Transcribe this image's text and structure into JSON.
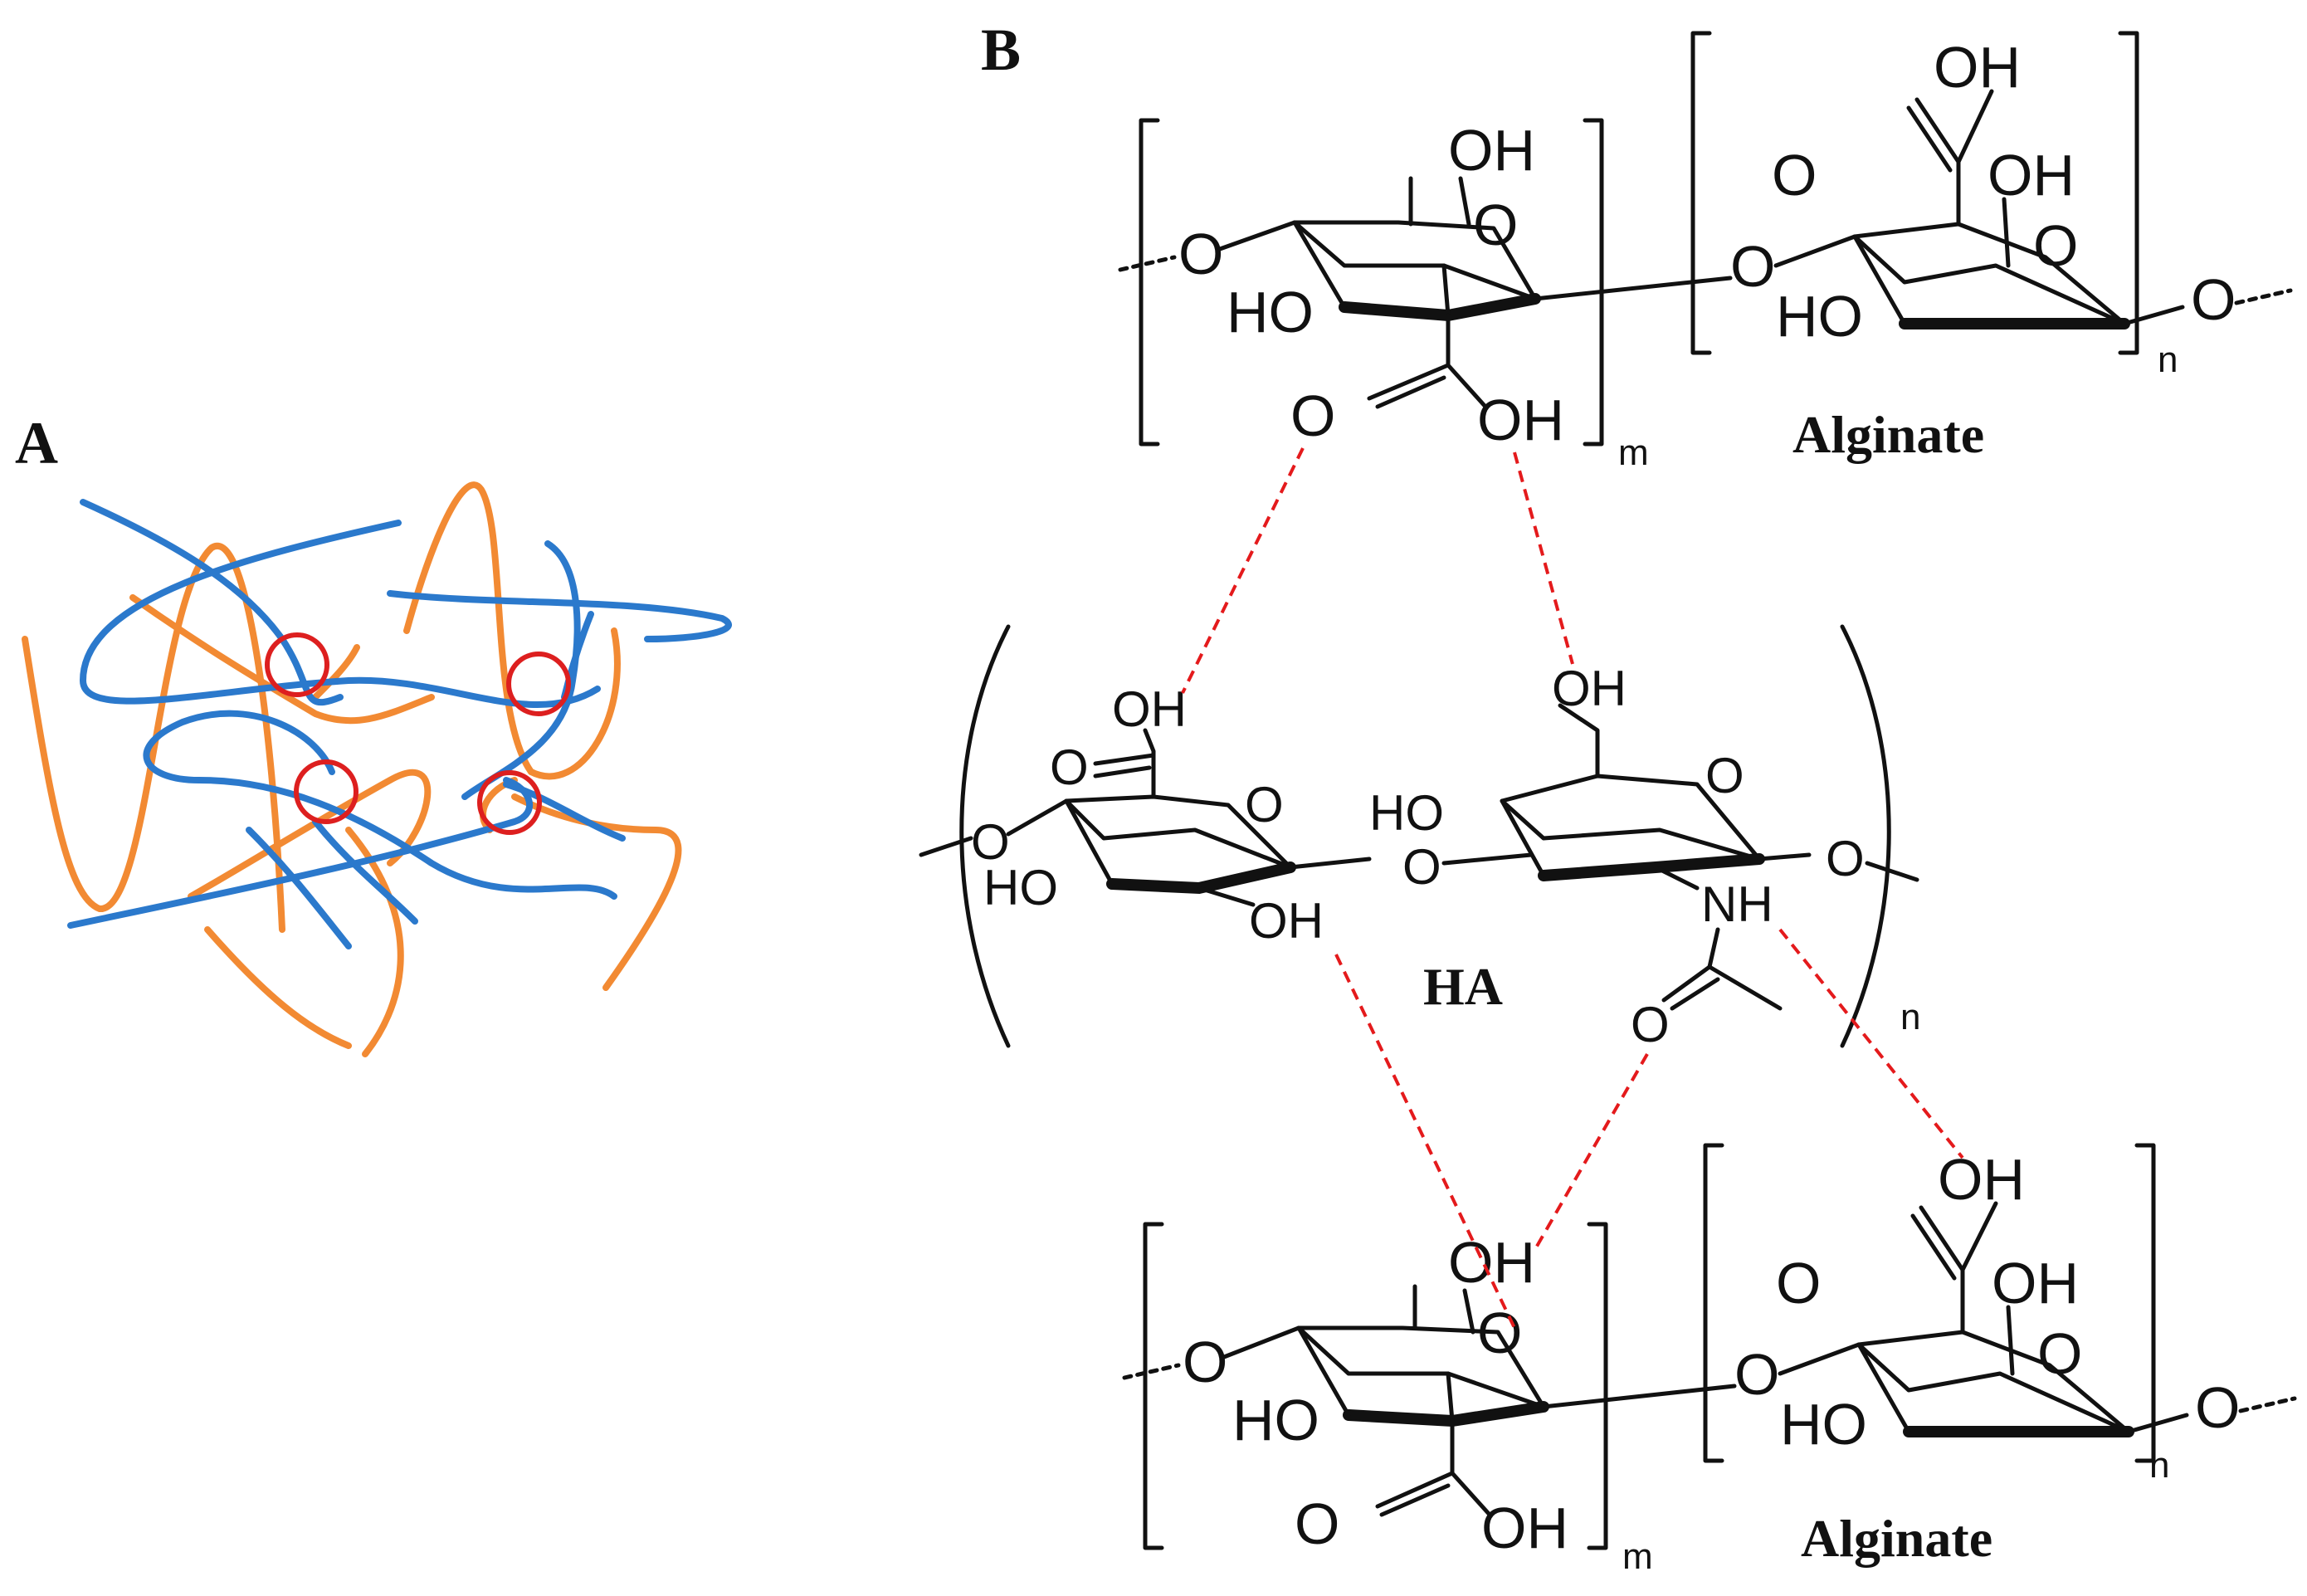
{
  "panels": {
    "a_label": "A",
    "b_label": "B"
  },
  "molecules": {
    "alginate_top": "Alginate",
    "alginate_bottom": "Alginate",
    "ha": "HA"
  },
  "atoms": {
    "O": "O",
    "OH": "OH",
    "HO": "HO",
    "NH": "NH"
  },
  "subscripts": {
    "m": "m",
    "n": "n"
  },
  "colors": {
    "polymer_1": "#2b79cc",
    "polymer_2": "#f28a33",
    "crosslink": "#dd1f1f",
    "hbond": "#e41a1c"
  }
}
